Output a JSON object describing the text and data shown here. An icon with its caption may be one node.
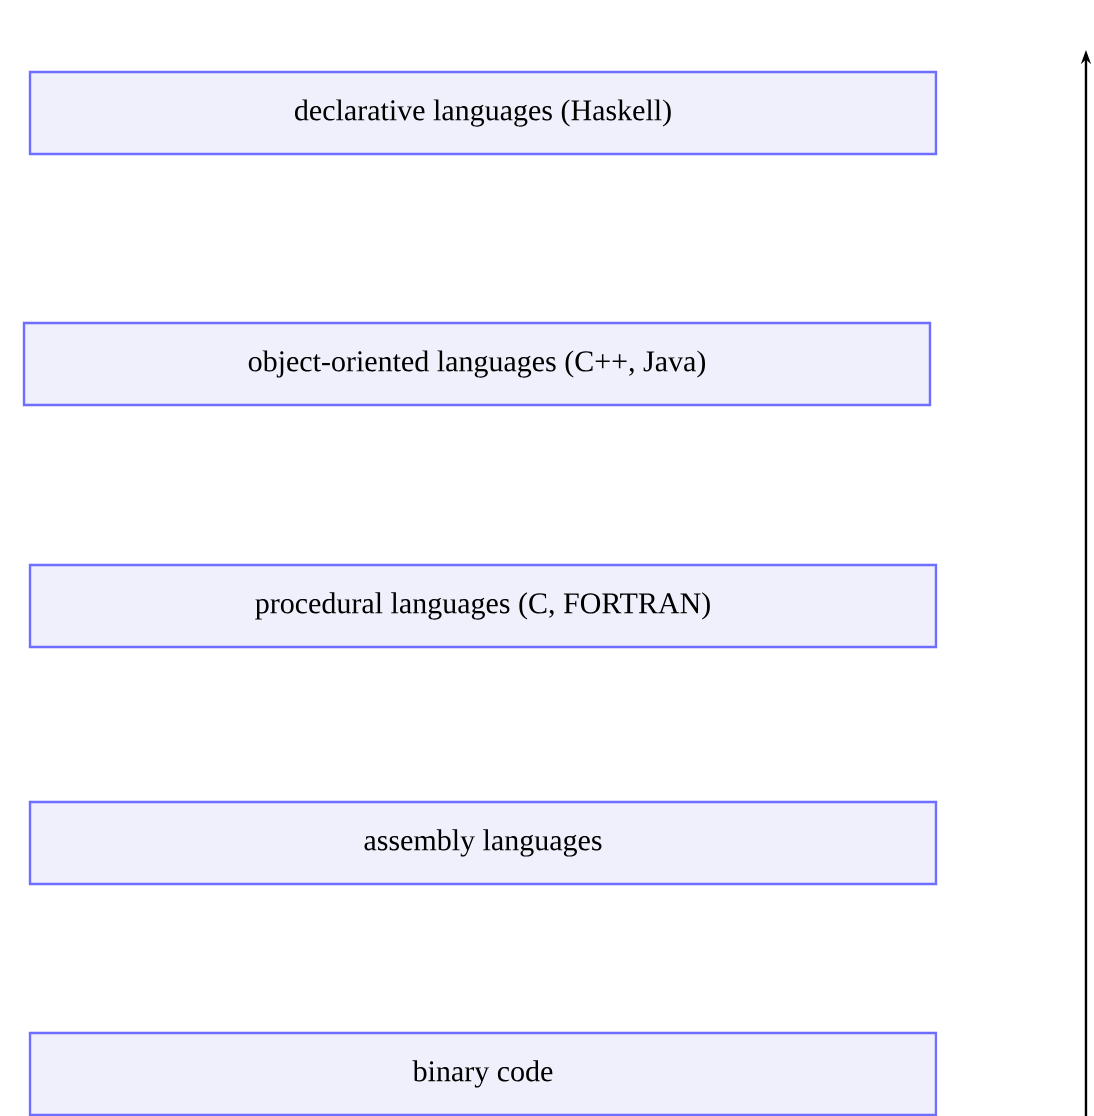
{
  "diagram": {
    "nodes": [
      {
        "text": [
          "declarative languages (Haskell)"
        ]
      },
      {
        "text": [
          "object-oriented languages (C++, Java)"
        ]
      },
      {
        "text": [
          "procedural languages (C, FORTRAN)"
        ]
      },
      {
        "text": [
          "assembly languages"
        ]
      },
      {
        "text": [
          "binary code"
        ]
      }
    ]
  }
}
